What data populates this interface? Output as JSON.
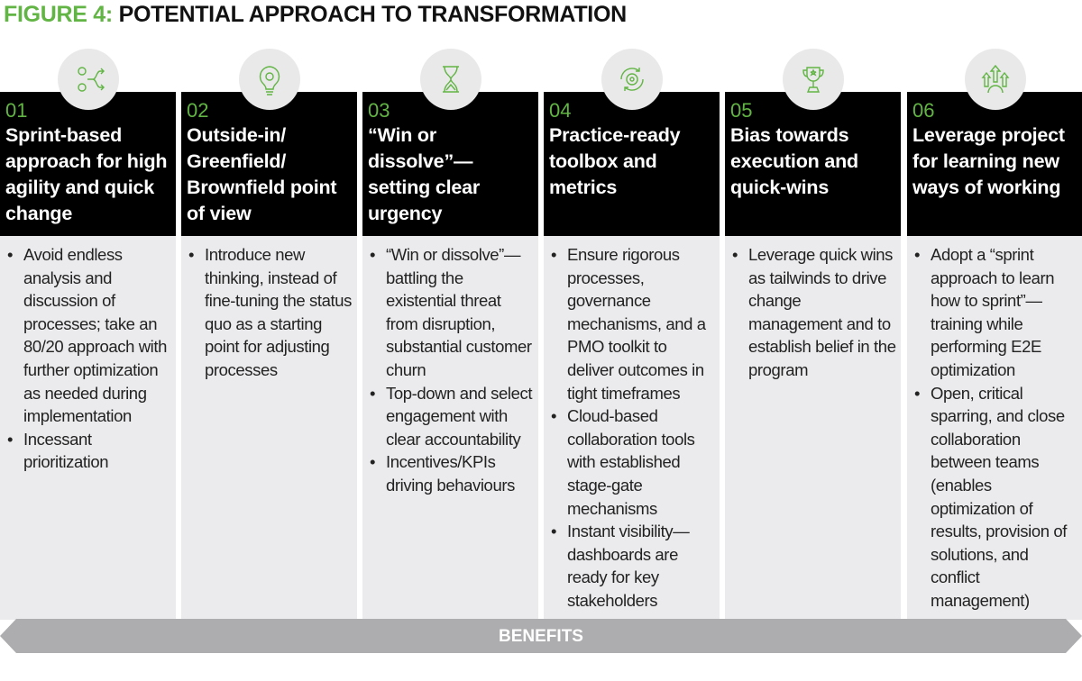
{
  "title": {
    "prefix": "FIGURE 4:",
    "text": "POTENTIAL APPROACH TO TRANSFORMATION"
  },
  "accent_color": "#62b544",
  "columns": [
    {
      "number": "01",
      "icon": "gears-arrows-icon",
      "title": "Sprint-based approach for high agility and quick change",
      "bullets": [
        "Avoid endless analysis and discussion of processes; take an 80/20 approach with further optimization as needed during implementation",
        "Incessant prioritization"
      ]
    },
    {
      "number": "02",
      "icon": "lightbulb-gear-icon",
      "title": "Outside-in/ Greenfield/ Brownfield point of view",
      "bullets": [
        "Introduce new thinking, instead of fine-tuning the status quo as a starting point for adjusting processes"
      ]
    },
    {
      "number": "03",
      "icon": "hourglass-icon",
      "title": "“Win or dissolve”— setting clear urgency",
      "bullets": [
        "“Win or dissolve”— battling the existential threat from disruption, substantial customer churn",
        "Top-down and select engagement with clear accountability",
        "Incentives/KPIs driving behaviours"
      ]
    },
    {
      "number": "04",
      "icon": "gears-cycle-icon",
      "title": "Practice-ready toolbox and metrics",
      "bullets": [
        "Ensure rigorous processes, governance mechanisms, and a PMO toolkit to deliver outcomes in tight timeframes",
        "Cloud-based collaboration tools with established stage-gate mechanisms",
        "Instant visibility— dashboards are ready for key stakeholders"
      ]
    },
    {
      "number": "05",
      "icon": "trophy-icon",
      "title": "Bias towards execution and quick-wins",
      "bullets": [
        "Leverage quick wins as tailwinds to drive change management and to establish belief in the program"
      ]
    },
    {
      "number": "06",
      "icon": "growth-arrows-icon",
      "title": "Leverage project for learning new ways of working",
      "bullets": [
        "Adopt a “sprint approach to learn how to sprint”— training while performing E2E optimization",
        "Open, critical sparring, and close collaboration between teams (enables optimization of results, provision of solutions, and conflict management)"
      ]
    }
  ],
  "footer": {
    "label": "BENEFITS"
  }
}
